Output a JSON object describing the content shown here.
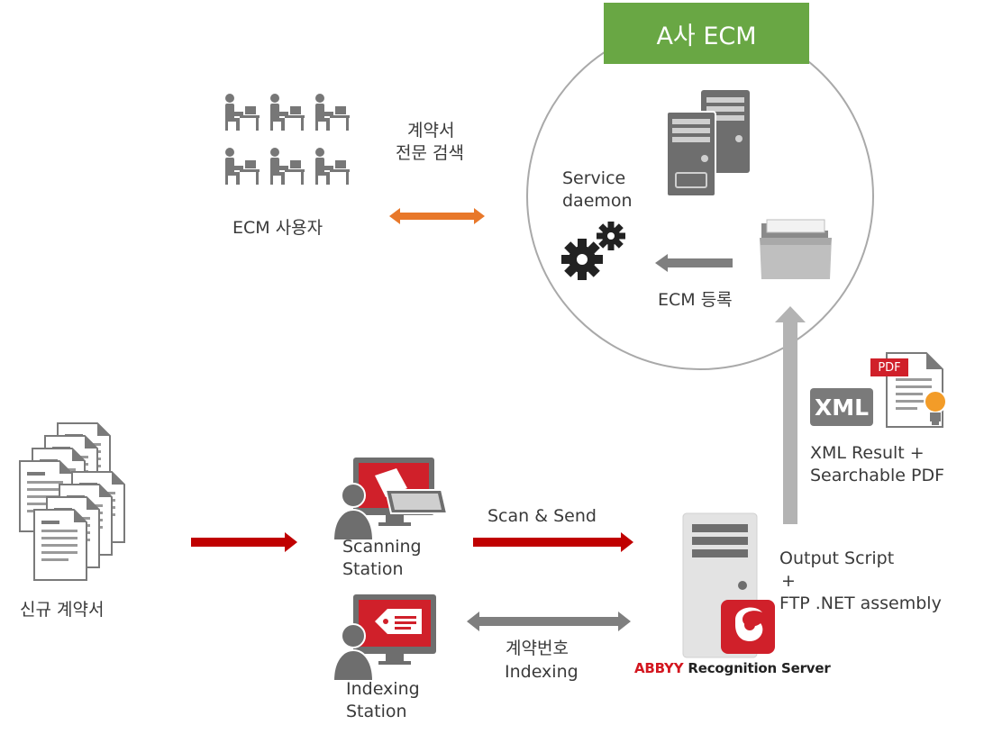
{
  "ecm": {
    "title": "A사 ECM",
    "service_daemon_line1": "Service",
    "service_daemon_line2": "daemon",
    "register_label": "ECM 등록"
  },
  "users": {
    "label": "ECM 사용자",
    "search_line1": "계약서",
    "search_line2": "전문 검색"
  },
  "contracts": {
    "label": "신규 계약서"
  },
  "scanning_station": {
    "line1": "Scanning",
    "line2": "Station"
  },
  "indexing_station": {
    "line1": "Indexing",
    "line2": "Station"
  },
  "scan_send": {
    "label": "Scan & Send"
  },
  "indexing_flow": {
    "line1": "계약번호",
    "line2": "Indexing"
  },
  "server": {
    "brand": "ABBYY",
    "product": "Recognition Server",
    "output_line1": "Output Script",
    "output_line2": "+",
    "output_line3": "FTP .NET assembly"
  },
  "result": {
    "xml_badge": "XML",
    "pdf_badge": "PDF",
    "line1": "XML Result +",
    "line2": "Searchable PDF"
  },
  "colors": {
    "green": "#69a744",
    "red": "#c00000",
    "orange": "#e8782a",
    "gray_arrow": "#7f7f7f",
    "light_arrow": "#b3b3b3",
    "icon_gray": "#6e6e6e"
  }
}
